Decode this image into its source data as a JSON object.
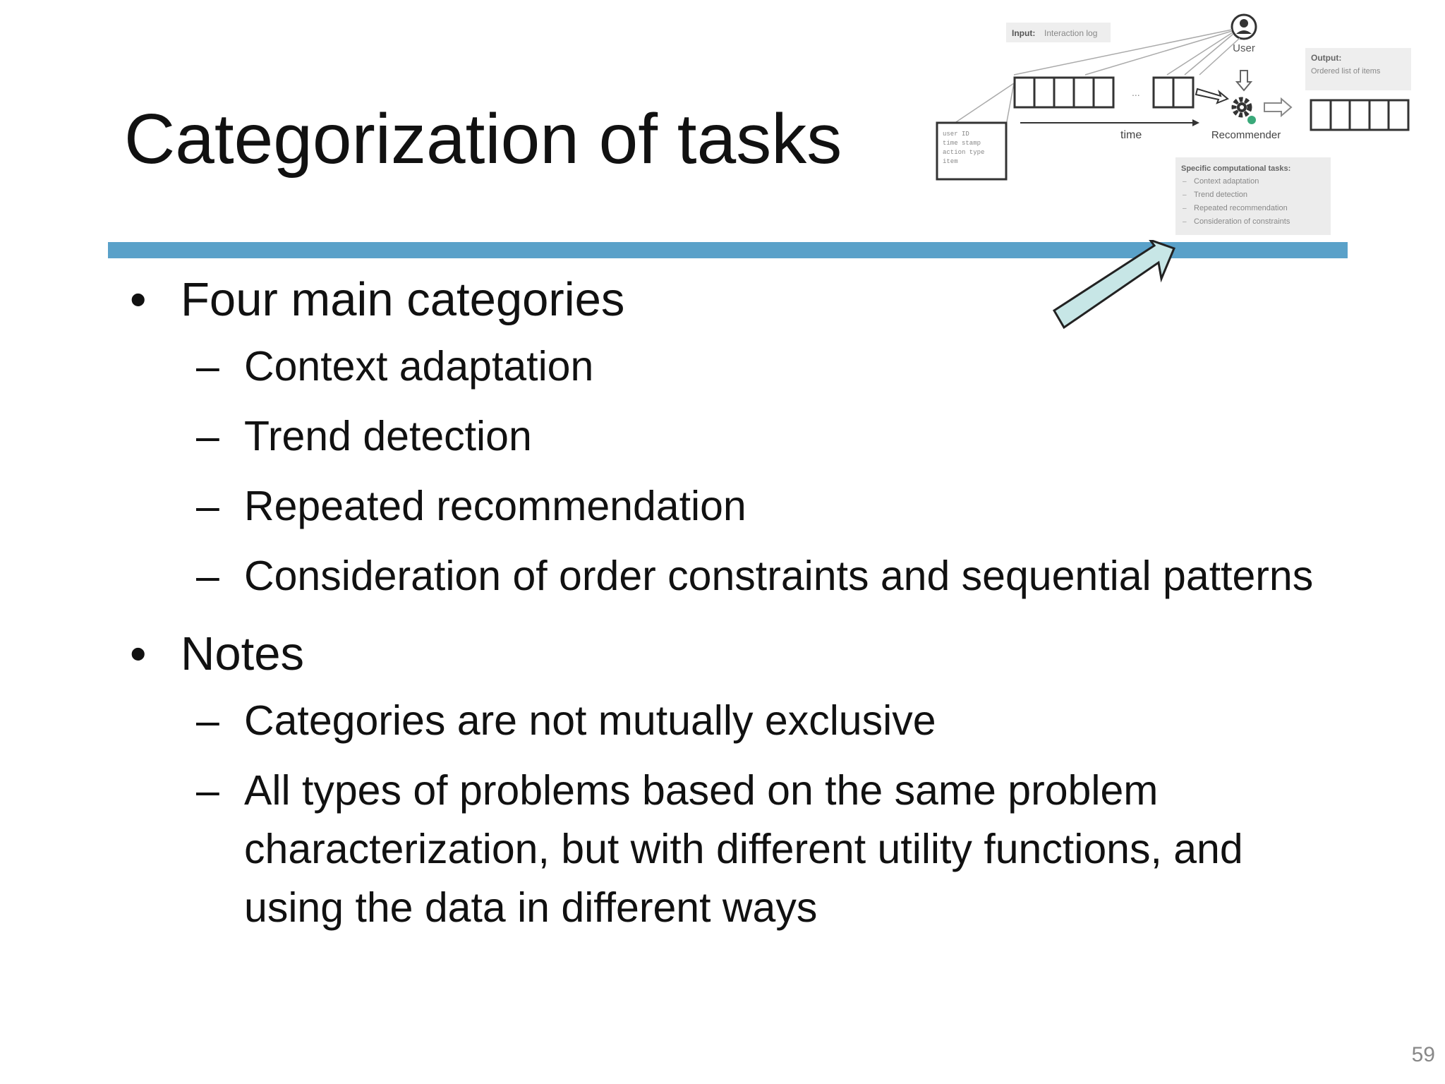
{
  "slide": {
    "title": "Categorization of tasks",
    "page_number": "59",
    "accent_color": "#5aa1c9",
    "arrow_color": "#c7e6e6"
  },
  "diagram": {
    "input_label": "Input:",
    "input_value": "Interaction log",
    "user_label": "User",
    "output_label": "Output:",
    "output_value": "Ordered list of items",
    "log_fields": [
      "user ID",
      "time stamp",
      "action type",
      "item"
    ],
    "time_label": "time",
    "recommender_label": "Recommender",
    "tasks_heading": "Specific computational tasks:",
    "tasks": [
      "Context adaptation",
      "Trend detection",
      "Repeated recommendation",
      "Consideration of constraints"
    ],
    "ellipsis": "..."
  },
  "content": {
    "bullet_symbol": "•",
    "dash_symbol": "–",
    "items": [
      {
        "text": "Four main categories",
        "sub": [
          "Context adaptation",
          "Trend detection",
          "Repeated recommendation",
          "Consideration of order constraints and sequential patterns"
        ]
      },
      {
        "text": "Notes",
        "sub": [
          "Categories are not mutually exclusive",
          "All types of problems based on the same problem characterization, but with different utility functions, and using the data in different ways"
        ]
      }
    ]
  }
}
